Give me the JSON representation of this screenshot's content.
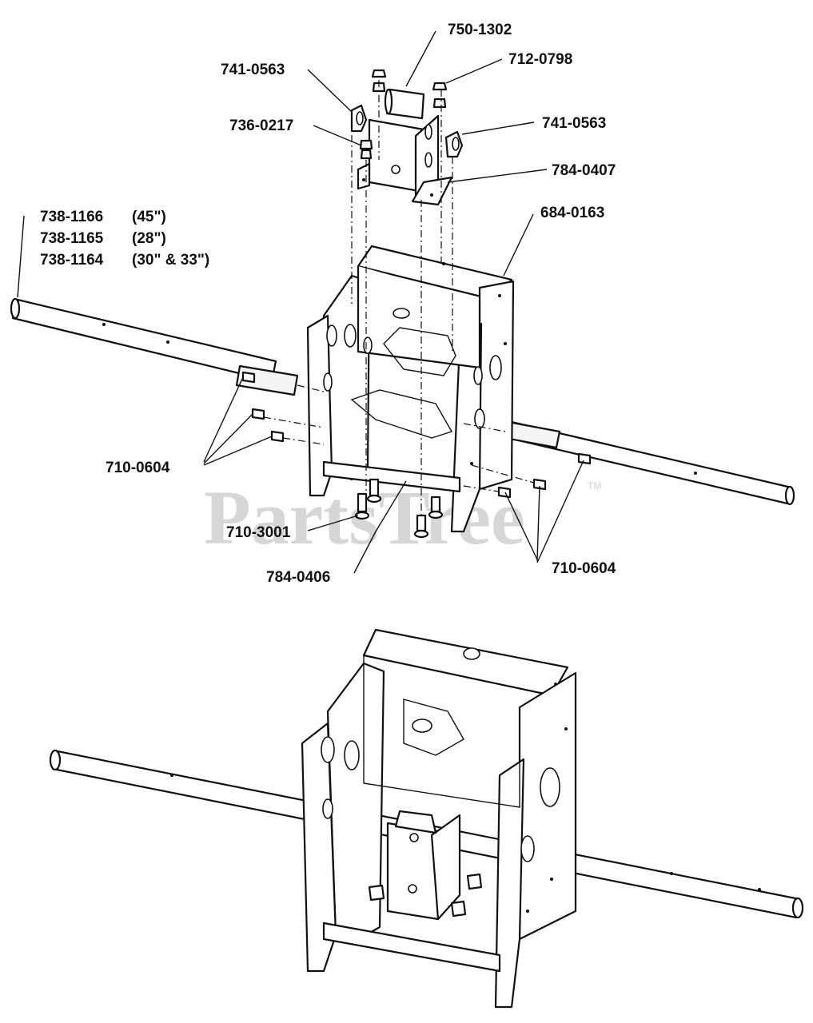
{
  "watermark": {
    "text": "PartsTree",
    "trademark": "TM"
  },
  "callouts": {
    "p750_1302": "750-1302",
    "p741_0563_left": "741-0563",
    "p712_0798": "712-0798",
    "p741_0563_right": "741-0563",
    "p736_0217": "736-0217",
    "p784_0407": "784-0407",
    "p684_0163": "684-0163",
    "p710_0604_left": "710-0604",
    "p710_3001": "710-3001",
    "p784_0406": "784-0406",
    "p710_0604_right": "710-0604"
  },
  "axle_variants": [
    {
      "part": "738-1166",
      "size": "(45\")"
    },
    {
      "part": "738-1165",
      "size": "(28\")"
    },
    {
      "part": "738-1164",
      "size": "(30\" & 33\")"
    }
  ]
}
